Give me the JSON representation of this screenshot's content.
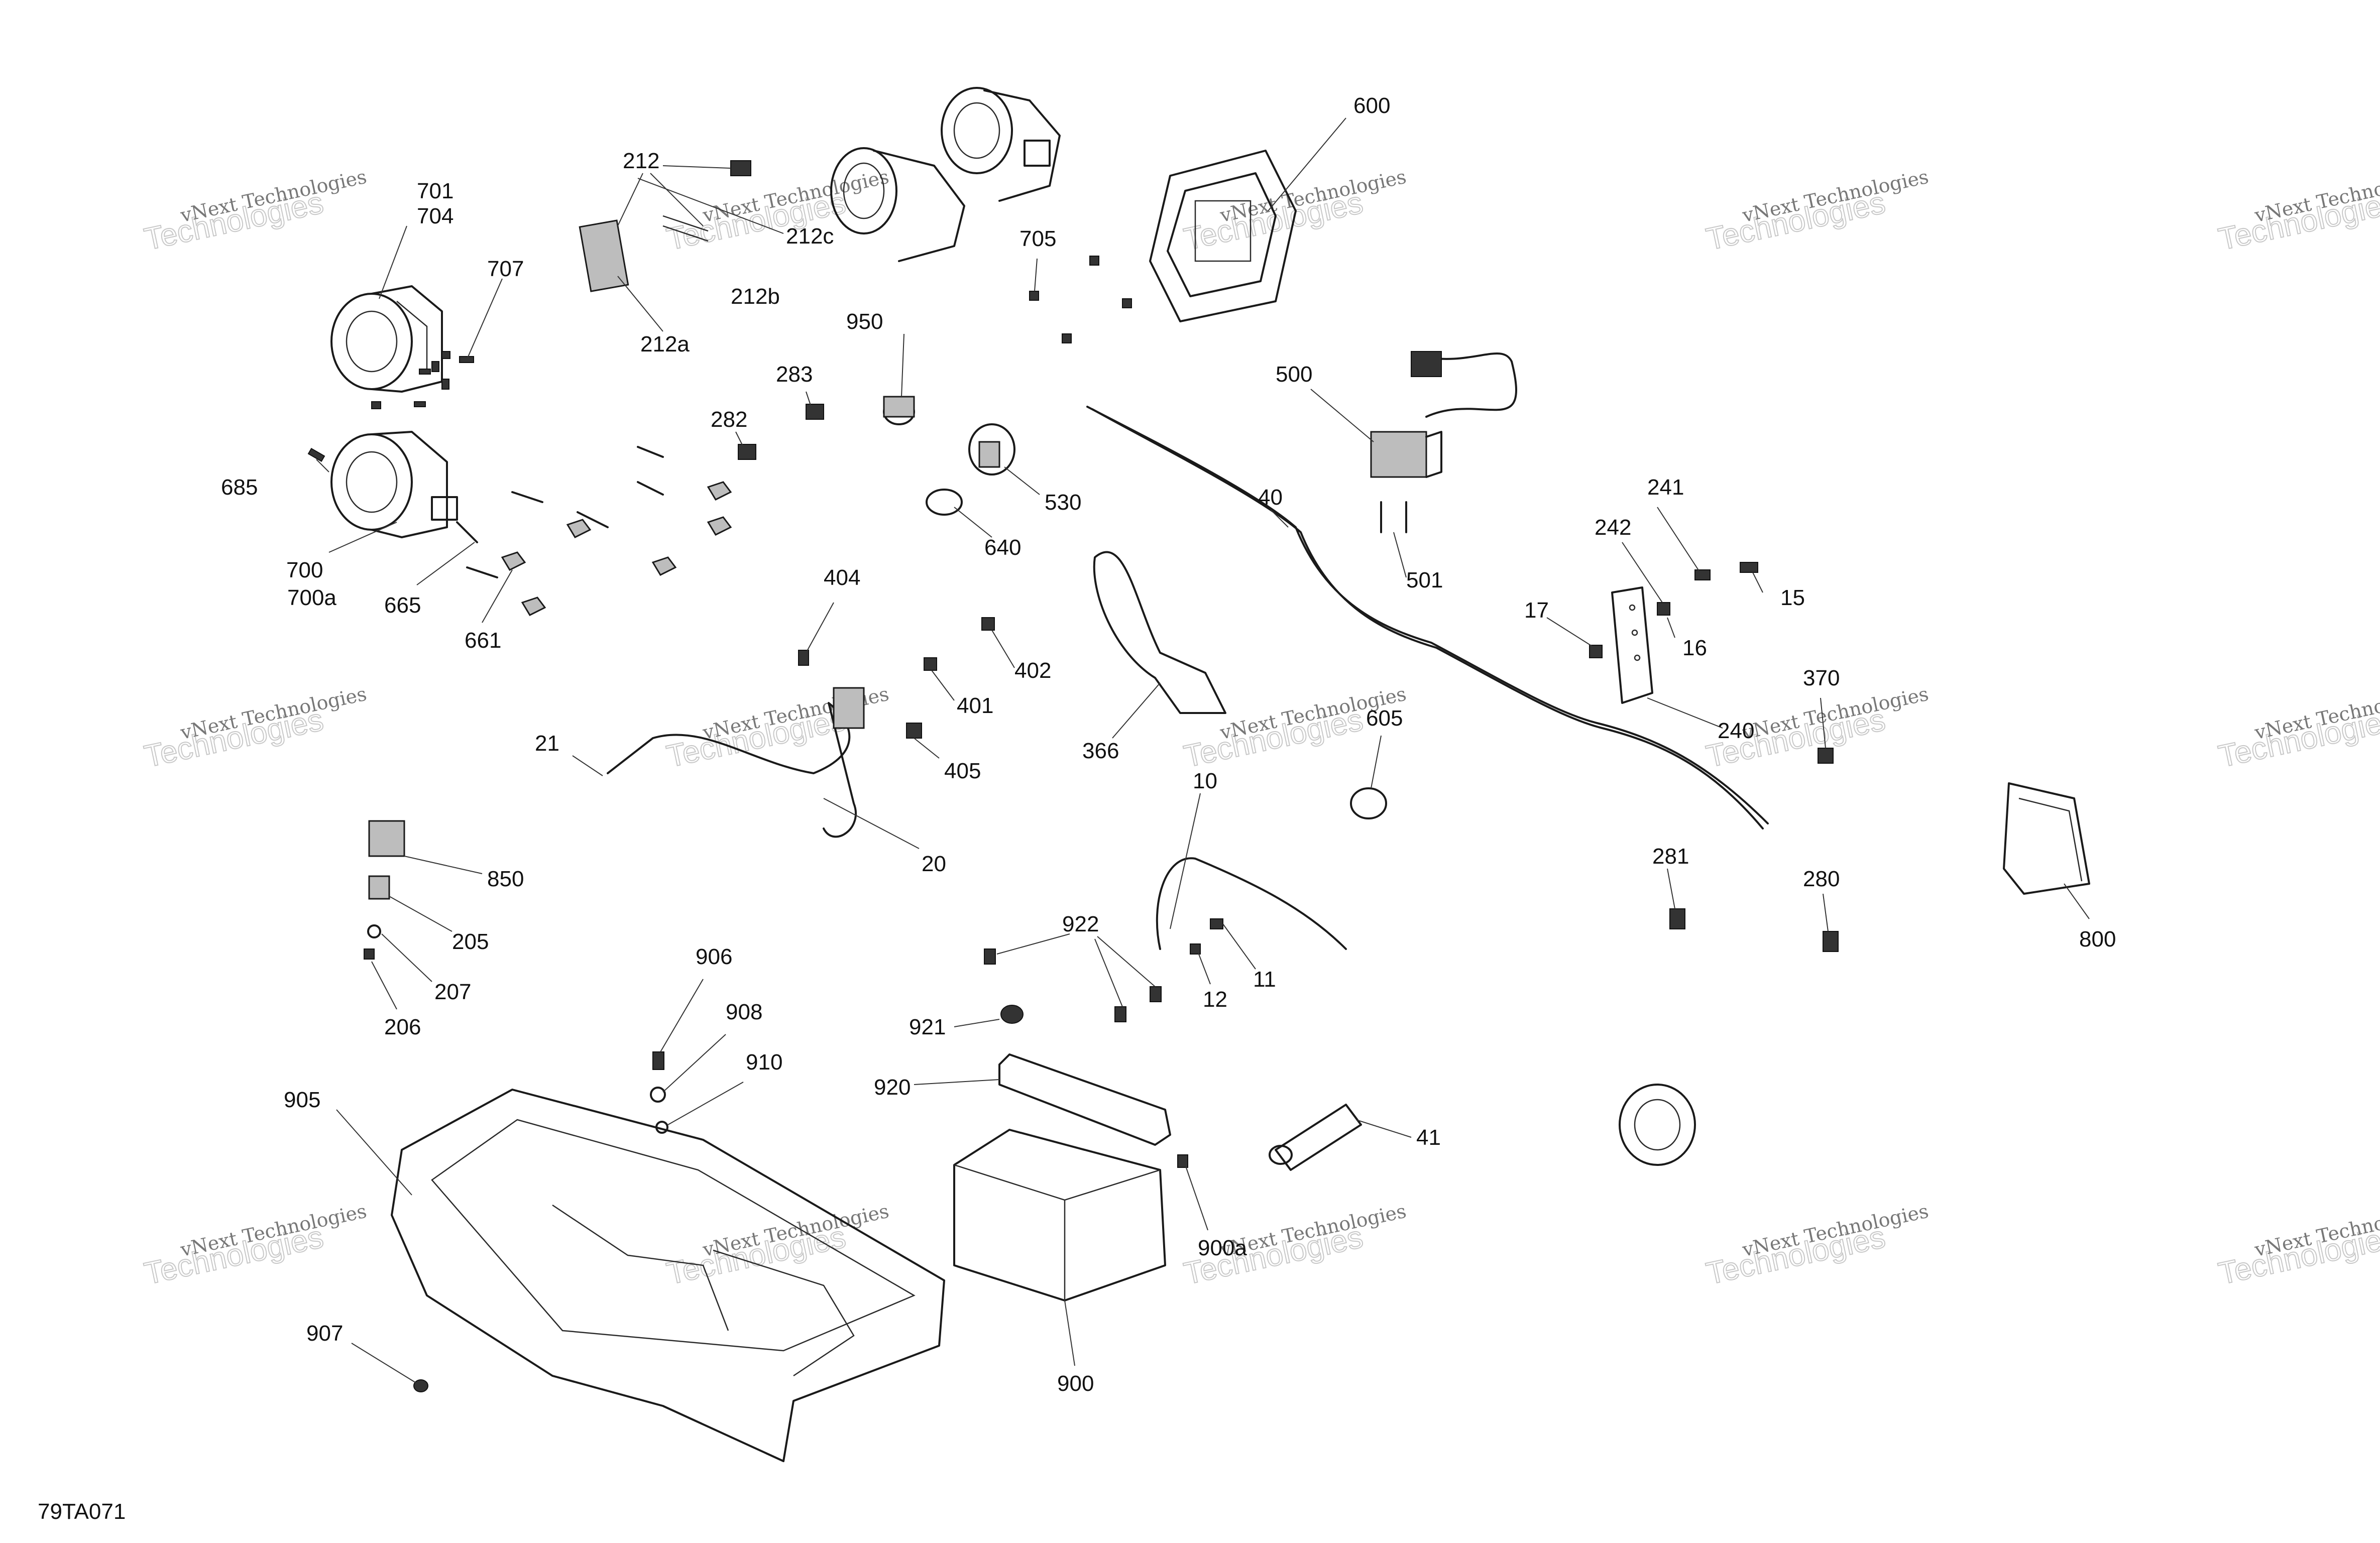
{
  "diagram_ref": "79TA071",
  "watermark": {
    "small": "vNext Technologies",
    "large": "Technologies",
    "mid": "vNext"
  },
  "labels": {
    "l701": "701",
    "l704": "704",
    "l707": "707",
    "l685": "685",
    "l700": "700",
    "l700a": "700a",
    "l665": "665",
    "l661": "661",
    "l212": "212",
    "l212a": "212a",
    "l212b": "212b",
    "l212c": "212c",
    "l705": "705",
    "l600": "600",
    "l950": "950",
    "l283": "283",
    "l282": "282",
    "l500": "500",
    "l501": "501",
    "l530": "530",
    "l640": "640",
    "l40": "40",
    "l241": "241",
    "l242": "242",
    "l17": "17",
    "l15": "15",
    "l16": "16",
    "l240": "240",
    "l370": "370",
    "l404": "404",
    "l402": "402",
    "l401": "401",
    "l405": "405",
    "l21": "21",
    "l20": "20",
    "l366": "366",
    "l605": "605",
    "l10": "10",
    "l281": "281",
    "l280": "280",
    "l800": "800",
    "l850": "850",
    "l205": "205",
    "l207": "207",
    "l206": "206",
    "l906": "906",
    "l908": "908",
    "l910": "910",
    "l922": "922",
    "l11": "11",
    "l12": "12",
    "l921": "921",
    "l920": "920",
    "l905": "905",
    "l41": "41",
    "l900a": "900a",
    "l907": "907",
    "l900": "900"
  }
}
